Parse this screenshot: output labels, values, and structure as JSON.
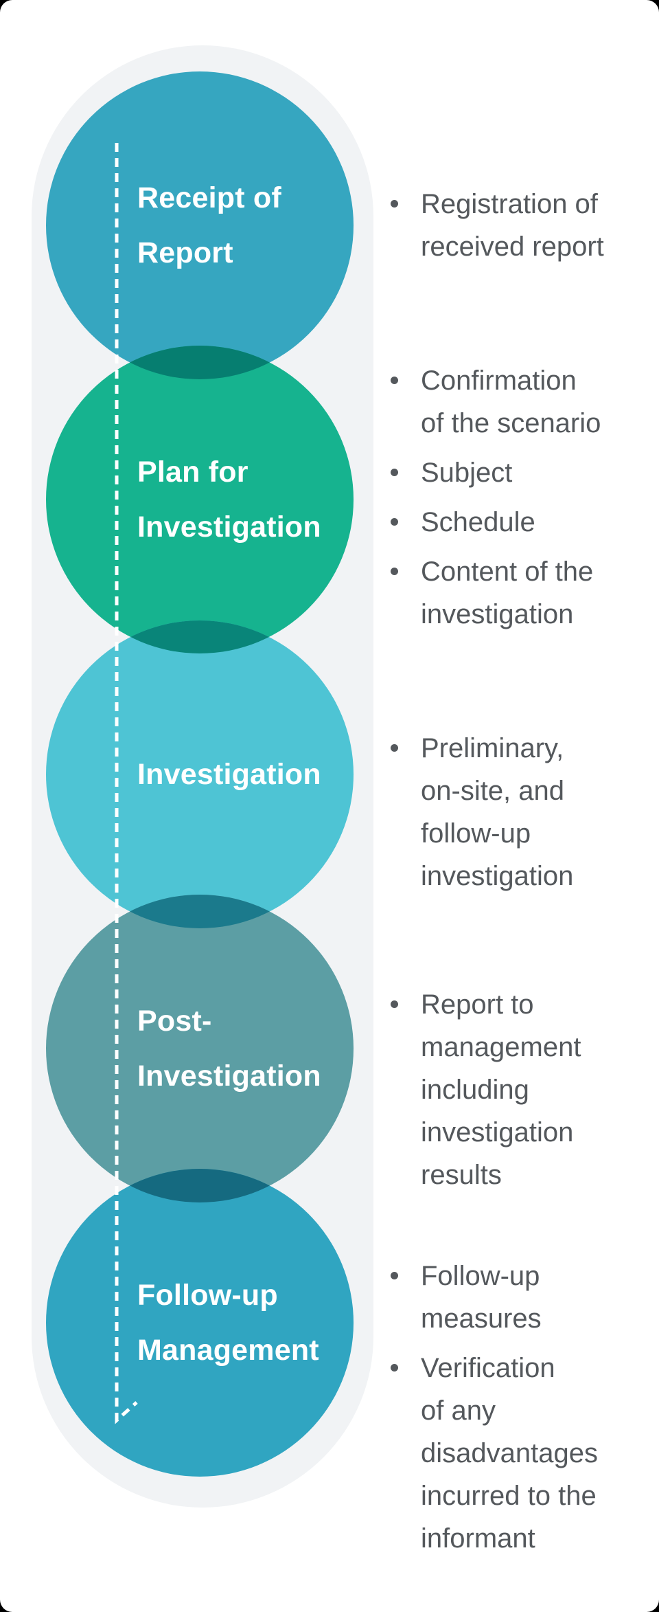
{
  "page": {
    "background_color": "#ffffff",
    "outside_color": "#000000"
  },
  "capsule": {
    "color": "#F1F3F5"
  },
  "timeline": {
    "line_color": "#FFFFFF"
  },
  "text_color": "#54585C",
  "steps": [
    {
      "title_line1": "Receipt of",
      "title_line2": "Report",
      "color": "#36A6C0",
      "bullets": [
        "Registration of\nreceived report"
      ]
    },
    {
      "title_line1": "Plan for",
      "title_line2": "Investigation",
      "color": "#16B38F",
      "bullets": [
        "Confirmation\nof the scenario",
        "Subject",
        "Schedule",
        "Content of the\ninvestigation"
      ]
    },
    {
      "title_line1": "Investigation",
      "color": "#4EC4D4",
      "bullets": [
        "Preliminary,\non-site, and\nfollow-up\ninvestigation"
      ]
    },
    {
      "title_line1": "Post-",
      "title_line2": "Investigation",
      "color": "#5C9EA4",
      "bullets": [
        "Report to\nmanagement\nincluding\ninvestigation\nresults"
      ]
    },
    {
      "title_line1": "Follow-up",
      "title_line2": "Management",
      "color": "#30A5C1",
      "bullets": [
        "Follow-up\nmeasures",
        "Verification\nof any\ndisadvantages\nincurred to the\ninformant"
      ]
    }
  ],
  "overlaps": [
    "#067E70",
    "#098579",
    "#1B7A8C",
    "#156A80"
  ]
}
